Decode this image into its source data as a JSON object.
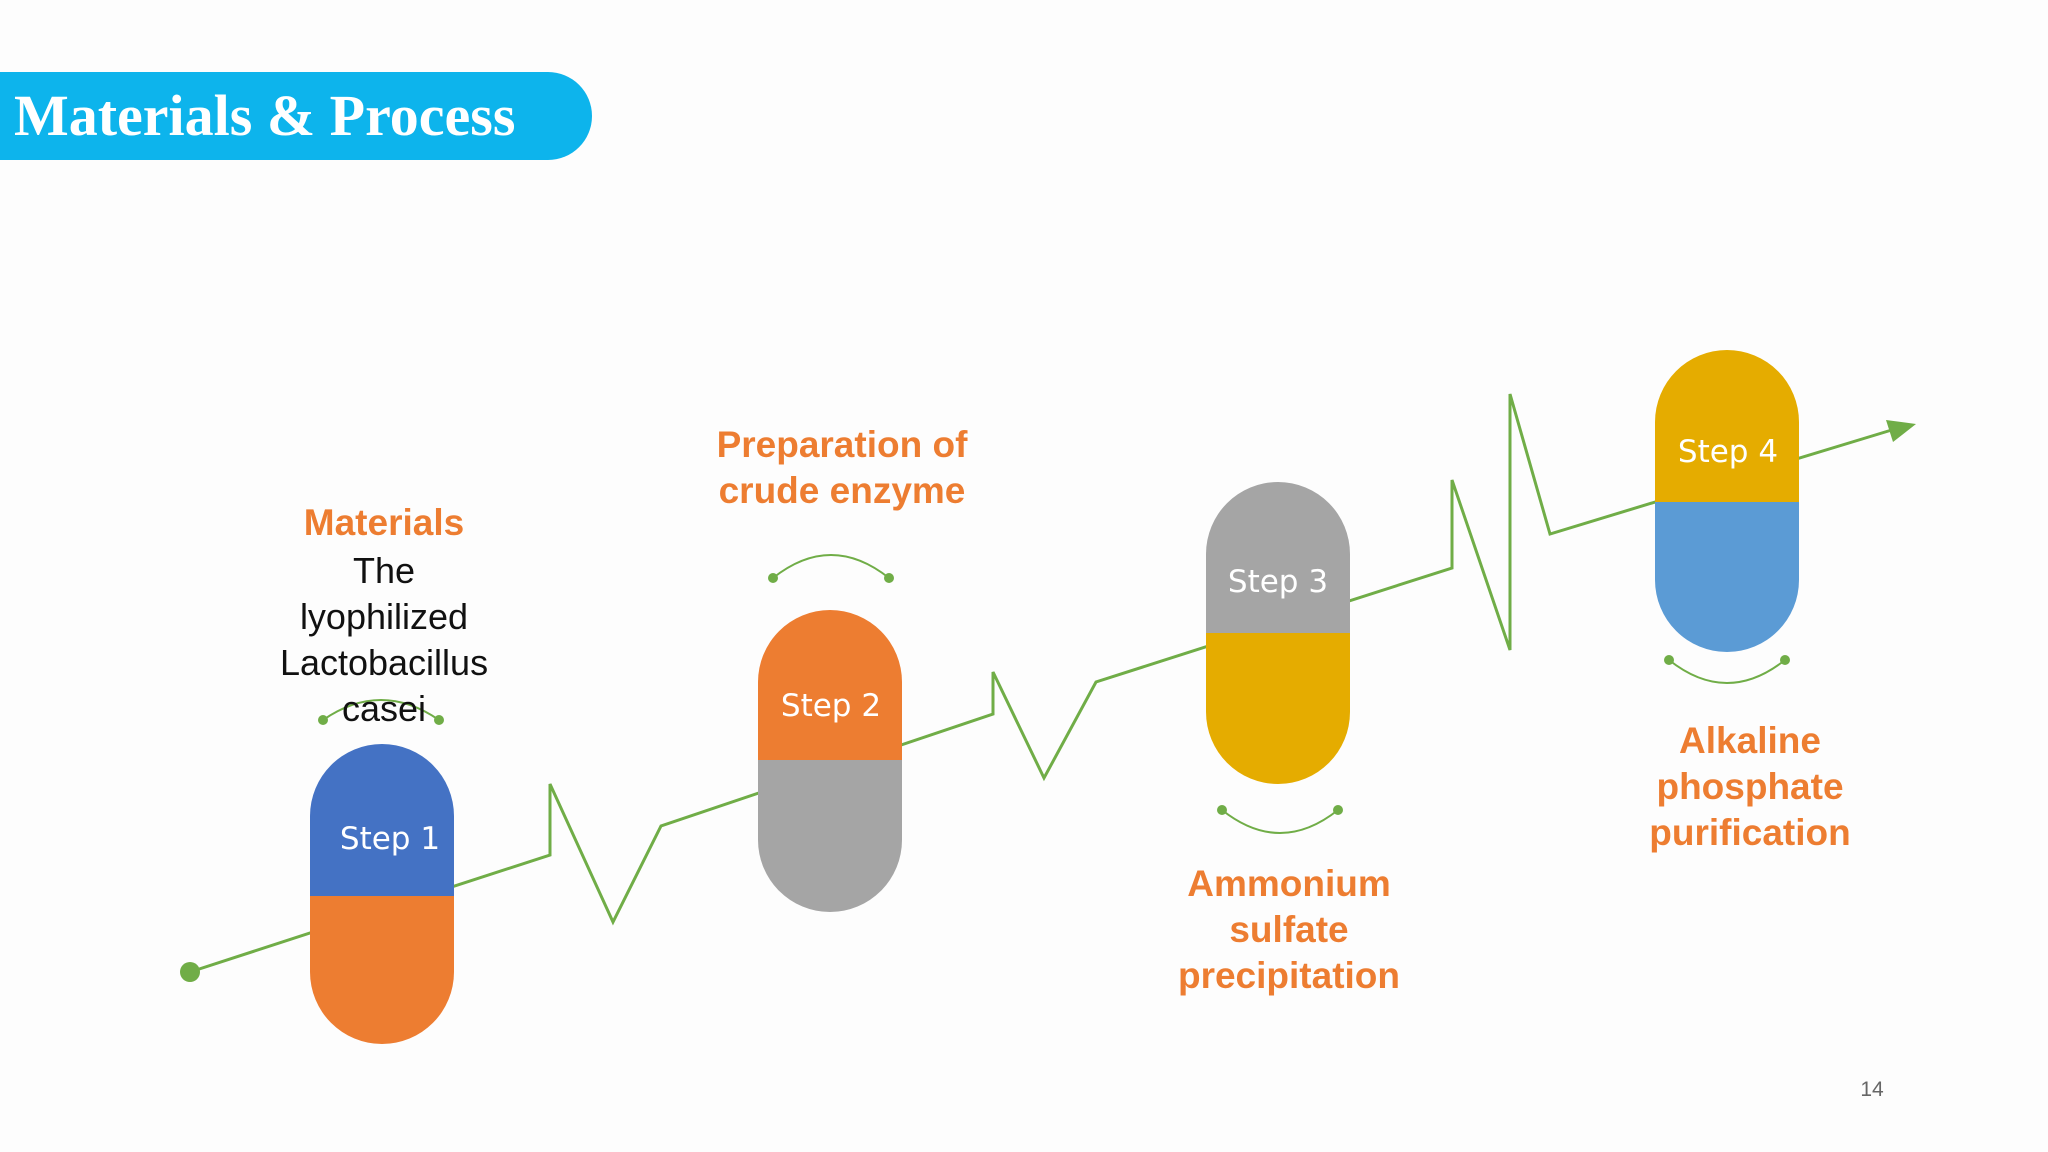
{
  "slide": {
    "title": "Materials & Process",
    "page_number": "14"
  },
  "colors": {
    "title_banner": "#0db4ec",
    "timeline_line": "#70ad47",
    "label_orange": "#ed7d31",
    "blue": "#4472c4",
    "orange": "#ed7d31",
    "gray": "#a5a5a5",
    "gold": "#e5ac00",
    "light_blue": "#5b9bd5"
  },
  "steps": [
    {
      "label": "Step 1",
      "top_color": "#4472c4",
      "bottom_color": "#ed7d31",
      "caption": "Materials",
      "description": "The lyophilized Lactobacillus casei"
    },
    {
      "label": "Step 2",
      "top_color": "#ed7d31",
      "bottom_color": "#a5a5a5",
      "caption": "Preparation of crude enzyme"
    },
    {
      "label": "Step 3",
      "top_color": "#a5a5a5",
      "bottom_color": "#e5ac00",
      "caption": "Ammonium sulfate precipitation"
    },
    {
      "label": "Step 4",
      "top_color": "#e5ac00",
      "bottom_color": "#5b9bd5",
      "caption": "Alkaline phosphate purification"
    }
  ]
}
